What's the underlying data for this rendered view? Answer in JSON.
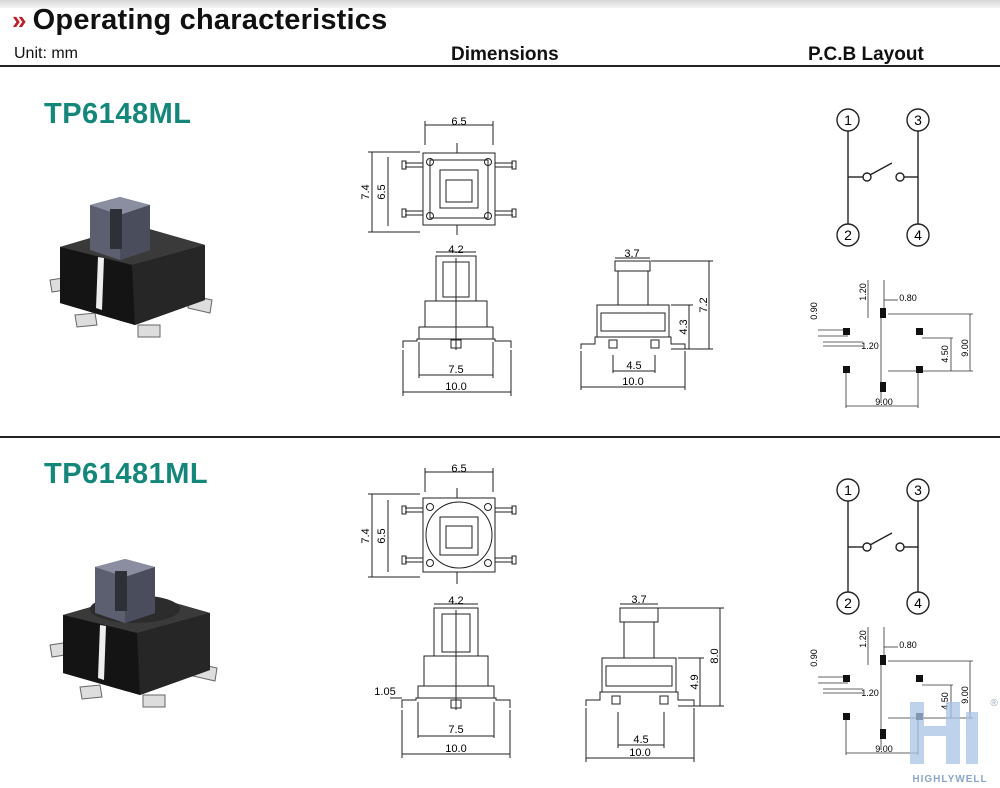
{
  "page": {
    "title": "Operating characteristics",
    "chevron": "»",
    "unit": "Unit: mm",
    "col_dimensions": "Dimensions",
    "col_pcb": "P.C.B Layout"
  },
  "products": [
    {
      "model": "TP6148ML",
      "top": {
        "w": "6.5",
        "h_outer": "7.4",
        "h_inner": "6.5"
      },
      "front": {
        "top": "4.2",
        "mid": "7.5",
        "base": "10.0",
        "left": ""
      },
      "side": {
        "top": "3.7",
        "h1": "4.3",
        "h2": "7.2",
        "mid": "4.5",
        "base": "10.0"
      }
    },
    {
      "model": "TP61481ML",
      "top": {
        "w": "6.5",
        "h_outer": "7.4",
        "h_inner": "6.5"
      },
      "front": {
        "top": "4.2",
        "mid": "7.5",
        "base": "10.0",
        "left": "1.05"
      },
      "side": {
        "top": "3.7",
        "h1": "4.9",
        "h2": "8.0",
        "mid": "4.5",
        "base": "10.0"
      }
    }
  ],
  "pcb": {
    "pins": [
      "1",
      "3",
      "2",
      "4"
    ],
    "dims": {
      "a": "1.20",
      "b": "0.80",
      "c": "0.90",
      "d": "1.20",
      "e": "4.50",
      "f": "9.00",
      "g": "9.00"
    }
  },
  "watermark": {
    "brand": "HIGHLYWELL",
    "reg": "®"
  }
}
